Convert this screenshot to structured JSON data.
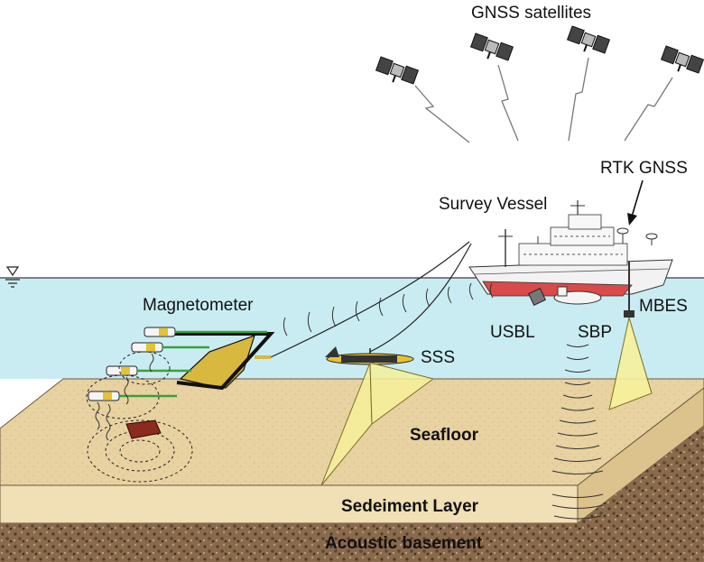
{
  "labels": {
    "gnss_satellites": "GNSS satellites",
    "rtk_gnss": "RTK GNSS",
    "survey_vessel": "Survey Vessel",
    "magnetometer": "Magnetometer",
    "usbl": "USBL",
    "sbp": "SBP",
    "mbes": "MBES",
    "sss": "SSS",
    "seafloor": "Seafloor",
    "sediment_layer": "Sedeiment Layer",
    "acoustic_basement": "Acoustic basement"
  },
  "colors": {
    "water": "#c9ecf2",
    "seafloor_top": "#ead6a8",
    "sediment_front": "#f1dfb5",
    "basement": "#8a6a4c",
    "beam_fill": "#f6f19a",
    "hull_red": "#d94a4a",
    "sensor_yellow": "#e6c230",
    "cable_green": "#3aa03a"
  }
}
